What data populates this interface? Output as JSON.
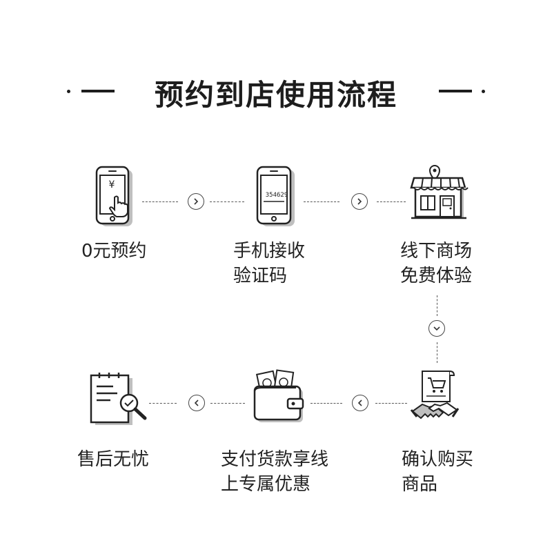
{
  "title": "预约到店使用流程",
  "steps": [
    {
      "line1": "0元预约",
      "line2": "",
      "icon": "phone-payment-icon"
    },
    {
      "line1": "手机接收",
      "line2": "验证码",
      "icon": "phone-code-icon"
    },
    {
      "line1": "线下商场",
      "line2": "免费体验",
      "icon": "store-icon"
    },
    {
      "line1": "确认购买",
      "line2": "商品",
      "icon": "cart-handshake-icon"
    },
    {
      "line1": "支付货款享线",
      "line2": "上专属优惠",
      "icon": "wallet-icon"
    },
    {
      "line1": "售后无忧",
      "line2": "",
      "icon": "clipboard-search-icon"
    }
  ],
  "phone_code": "354629",
  "currency_symbol": "¥",
  "colors": {
    "ink": "#222222",
    "shade": "#bfbfbf",
    "dash": "#555555"
  }
}
